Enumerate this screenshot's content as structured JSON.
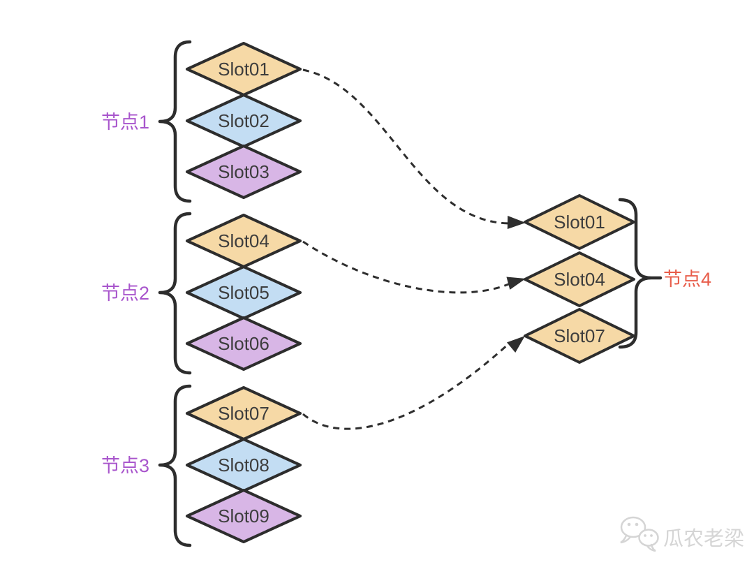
{
  "diagram": {
    "title": "slot-migration-diagram",
    "stroke_color": "#2d2d2d",
    "slot_text_color": "#3d3d3d",
    "arrow_color": "#2e2e2e",
    "arrow_style": "dashed",
    "slot_colors": {
      "orange": "#f6d9a6",
      "blue": "#c3ddf3",
      "purple": "#d8b6e6"
    },
    "groups": [
      {
        "label": "节点1",
        "label_color": "#a855cc",
        "slots": [
          {
            "label": "Slot01",
            "color": "#f6d9a6"
          },
          {
            "label": "Slot02",
            "color": "#c3ddf3"
          },
          {
            "label": "Slot03",
            "color": "#d8b6e6"
          }
        ]
      },
      {
        "label": "节点2",
        "label_color": "#a855cc",
        "slots": [
          {
            "label": "Slot04",
            "color": "#f6d9a6"
          },
          {
            "label": "Slot05",
            "color": "#c3ddf3"
          },
          {
            "label": "Slot06",
            "color": "#d8b6e6"
          }
        ]
      },
      {
        "label": "节点3",
        "label_color": "#a855cc",
        "slots": [
          {
            "label": "Slot07",
            "color": "#f6d9a6"
          },
          {
            "label": "Slot08",
            "color": "#c3ddf3"
          },
          {
            "label": "Slot09",
            "color": "#d8b6e6"
          }
        ]
      },
      {
        "label": "节点4",
        "label_color": "#e85c49",
        "slots": [
          {
            "label": "Slot01",
            "color": "#f6d9a6"
          },
          {
            "label": "Slot04",
            "color": "#f6d9a6"
          },
          {
            "label": "Slot07",
            "color": "#f6d9a6"
          }
        ]
      }
    ],
    "arrows": [
      {
        "from": "节点1/Slot01",
        "to": "节点4/Slot01"
      },
      {
        "from": "节点2/Slot04",
        "to": "节点4/Slot04"
      },
      {
        "from": "节点3/Slot07",
        "to": "节点4/Slot07"
      }
    ],
    "watermark": {
      "text": "瓜农老梁",
      "icon": "wechat-icon",
      "color": "#d5d5d5"
    }
  }
}
